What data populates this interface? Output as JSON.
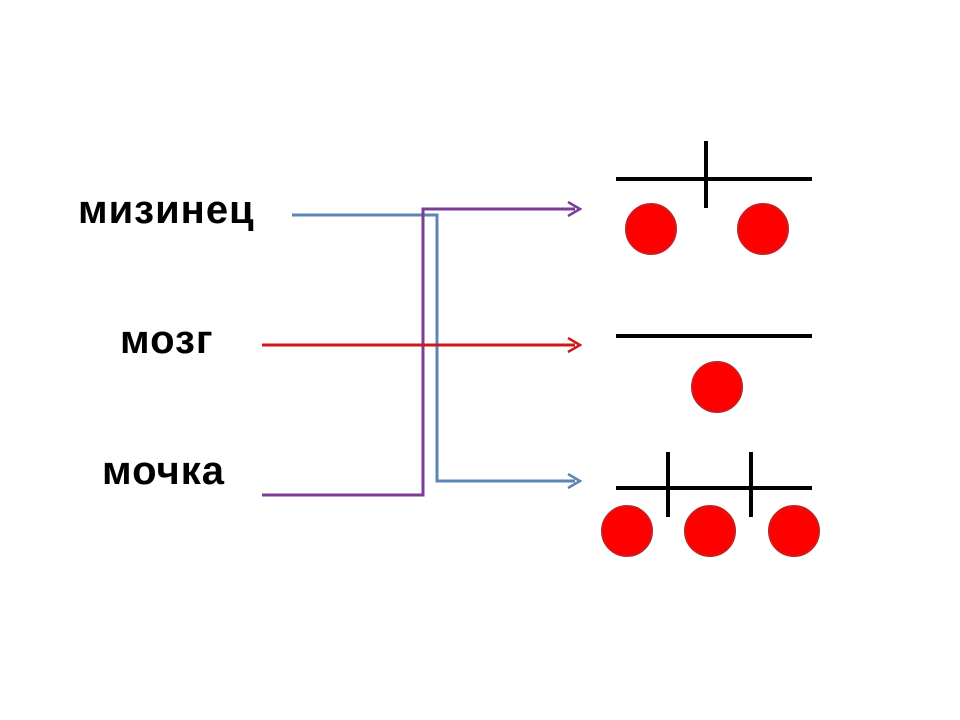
{
  "words": [
    {
      "text": "мизинец",
      "syllables": 3,
      "line_color": "#5b86b5",
      "target_row": 2
    },
    {
      "text": "мозг",
      "syllables": 1,
      "line_color": "#cc1a1a",
      "target_row": 1
    },
    {
      "text": "мочка",
      "syllables": 2,
      "line_color": "#7a3e98",
      "target_row": 0
    }
  ],
  "schemes": [
    {
      "syllables": 2,
      "stress_marks": 1
    },
    {
      "syllables": 1,
      "stress_marks": 0
    },
    {
      "syllables": 3,
      "stress_marks": 2
    }
  ],
  "colors": {
    "dot": "#ff0000",
    "dot_border": "#c81e1e",
    "scheme_line": "#000000"
  }
}
